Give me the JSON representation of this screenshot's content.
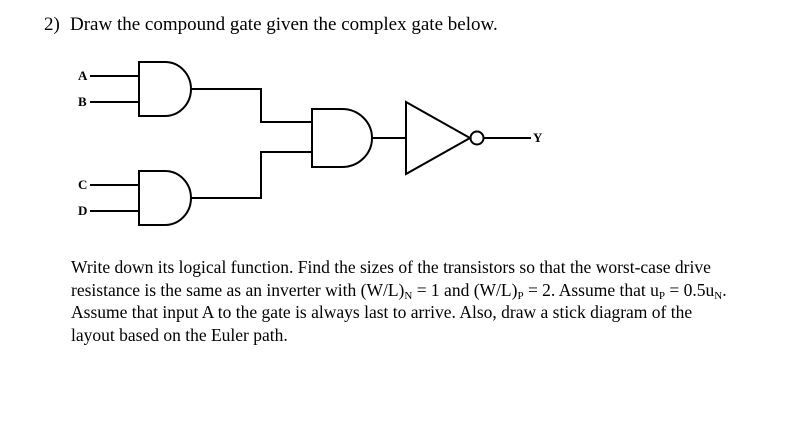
{
  "question": {
    "number": "2)",
    "title": "Draw the compound gate given the complex gate below."
  },
  "diagram": {
    "inputs": [
      "A",
      "B",
      "C",
      "D"
    ],
    "output": "Y",
    "gates": [
      "and-gate-1",
      "and-gate-2",
      "and-gate-3",
      "inverter"
    ]
  },
  "body": {
    "line1": "Write down its logical function. Find the sizes of the transistors so that the worst-case drive",
    "line2_a": "resistance is the same as an inverter with (W/L)",
    "line2_sub_n": "N",
    "line2_b": " = 1 and (W/L)",
    "line2_sub_p": "P",
    "line2_c": " = 2. Assume that u",
    "line2_sub_p2": "P",
    "line2_d": " = 0.5u",
    "line2_sub_n2": "N",
    "line2_e": ".",
    "line3": "Assume that input A to the gate is always last to arrive. Also, draw a stick diagram of the",
    "line4": "layout based on the Euler path."
  }
}
